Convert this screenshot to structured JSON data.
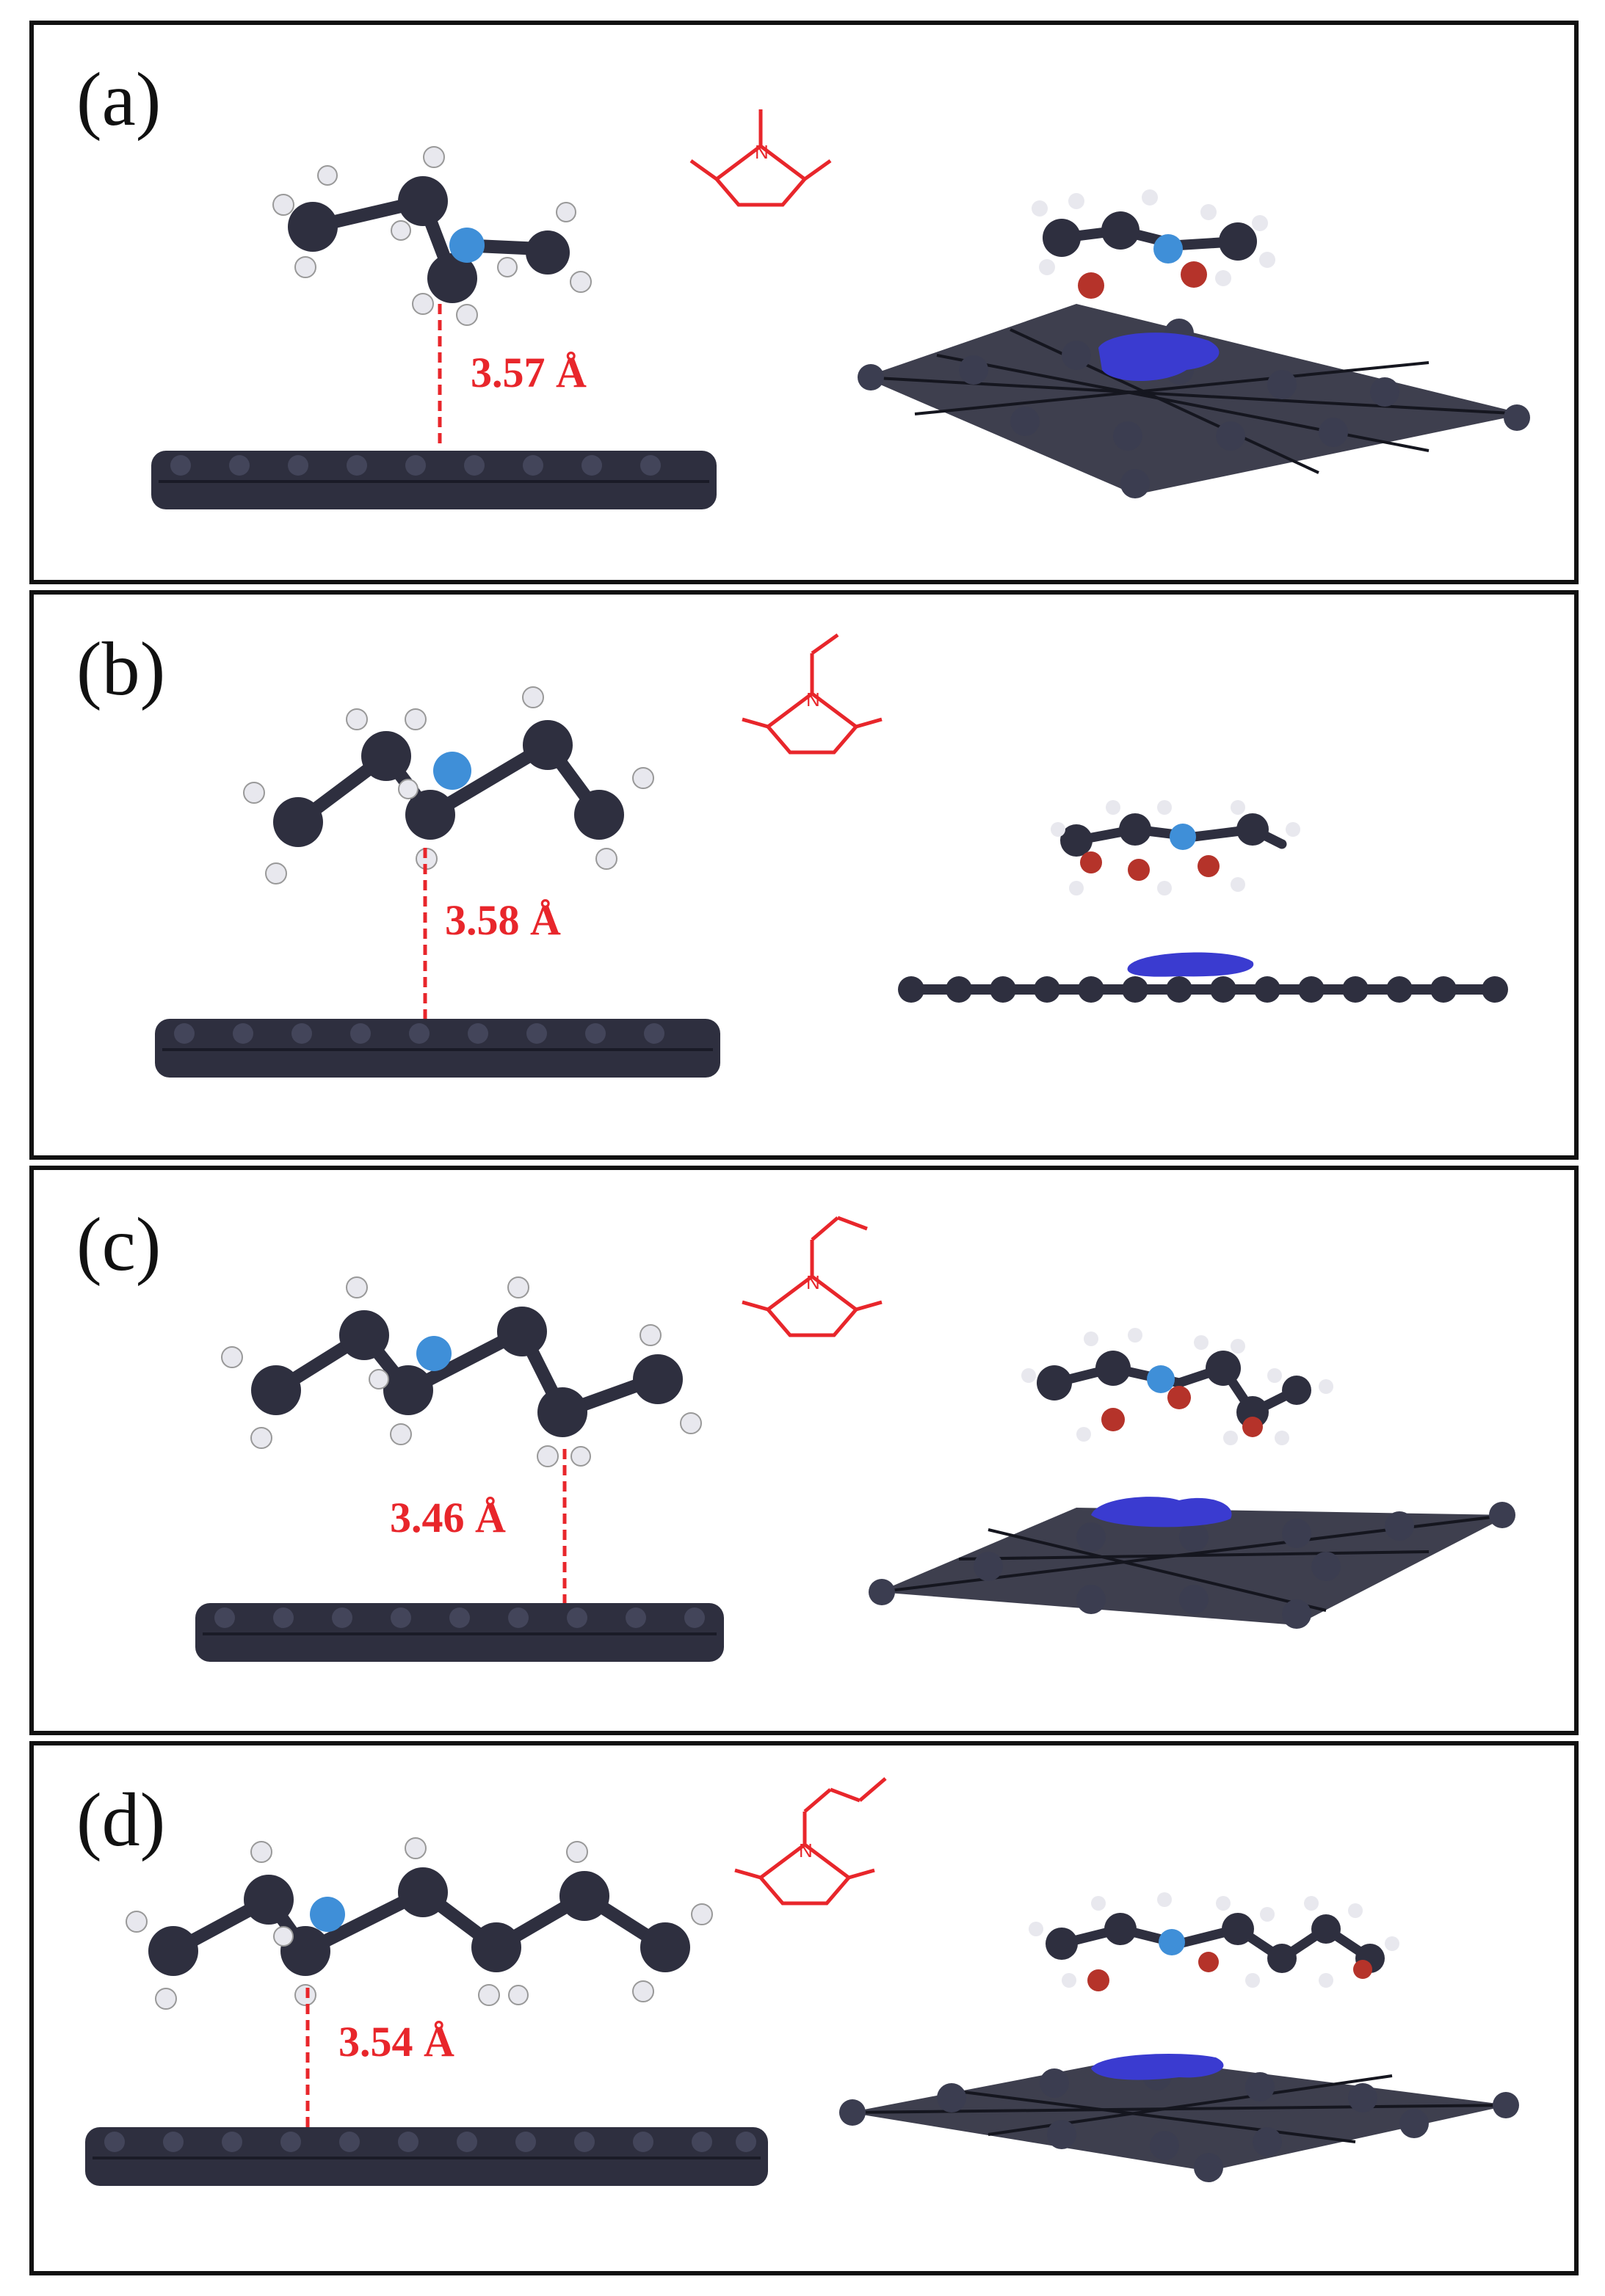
{
  "panels": [
    {
      "label": "(a)",
      "distance": "3.57 Å"
    },
    {
      "label": "(b)",
      "distance": "3.58 Å"
    },
    {
      "label": "(c)",
      "distance": "3.46 Å"
    },
    {
      "label": "(d)",
      "distance": "3.54 Å"
    }
  ],
  "colors": {
    "carbon": "#2e2f3f",
    "nitrogen": "#3f8fd8",
    "hydrogen": "#e8e8ee",
    "oxygen": "#b5332a",
    "isosurface": "#3a3bd0",
    "annotation": "#e8262b",
    "border": "#111111"
  }
}
